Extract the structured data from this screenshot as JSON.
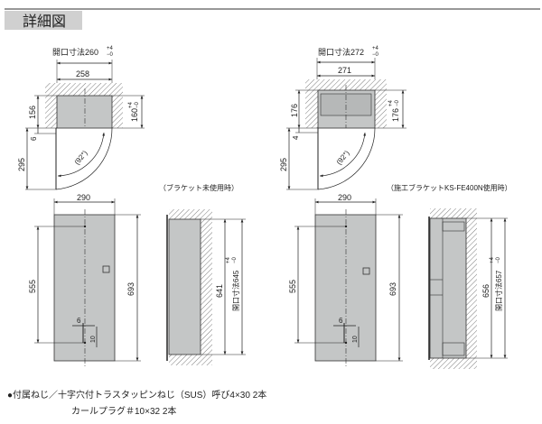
{
  "header": {
    "title": "詳細図"
  },
  "top_left": {
    "opening_label": "開口寸法260",
    "tol_plus": "+4",
    "tol_minus": "−0",
    "width": "258",
    "height_left": "156",
    "height_right": "160",
    "gap": "6",
    "swing_depth": "295",
    "angle": "(92°)",
    "caption": "（ブラケット未使用時）"
  },
  "top_right": {
    "opening_label": "開口寸法272",
    "tol_plus": "+4",
    "tol_minus": "−0",
    "width": "271",
    "height_left": "176",
    "height_right": "176",
    "gap": "4",
    "swing_depth": "295",
    "angle": "(92°)",
    "caption": "（施工ブラケットKS-FE400N使用時）"
  },
  "bottom_left": {
    "width": "290",
    "hole_pitch": "555",
    "height": "693",
    "hole_offset_x": "6",
    "hole_offset_y": "10",
    "side_height": "641",
    "opening_label": "開口寸法645",
    "tol_plus": "+4",
    "tol_minus": "−0"
  },
  "bottom_right": {
    "width": "290",
    "hole_pitch": "555",
    "height": "693",
    "hole_offset_x": "6",
    "hole_offset_y": "10",
    "side_height": "656",
    "opening_label": "開口寸法657",
    "tol_plus": "+4",
    "tol_minus": "−0"
  },
  "notes": {
    "line1": "●付属ねじ／十字穴付トラスタッピンねじ（SUS）呼び4×30 2本",
    "line2": "カールプラグ＃10×32 2本"
  },
  "colors": {
    "body": "#c4c6c6",
    "title_bg": "#d0d0d0",
    "rule": "#777777"
  }
}
